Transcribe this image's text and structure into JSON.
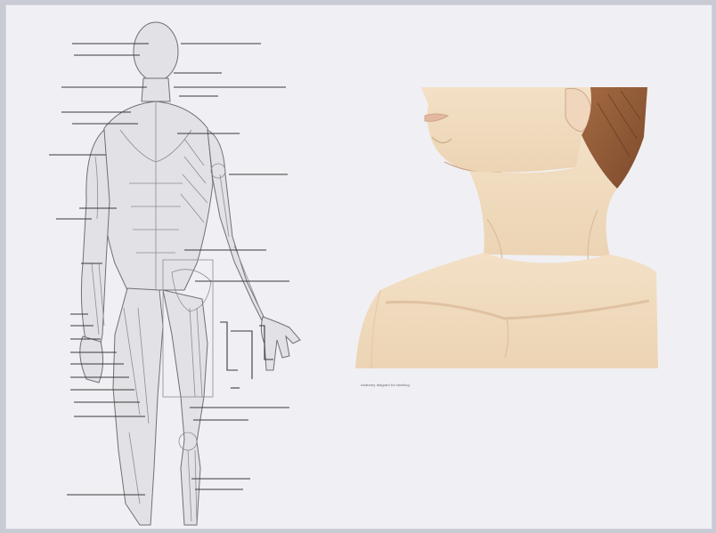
{
  "caption": "Anatomy diagram for labeling",
  "colors": {
    "page": "#f0f0f4",
    "skin": "#f1dcc0",
    "skin_shadow": "#d9b896",
    "hair": "#8f5a36",
    "muscle_line": "#6f6f74",
    "leader_line": "#3a3a3a"
  },
  "figures": {
    "left": "muscle-skeleton-figure",
    "right": "neck-and-shoulders-illustration"
  }
}
